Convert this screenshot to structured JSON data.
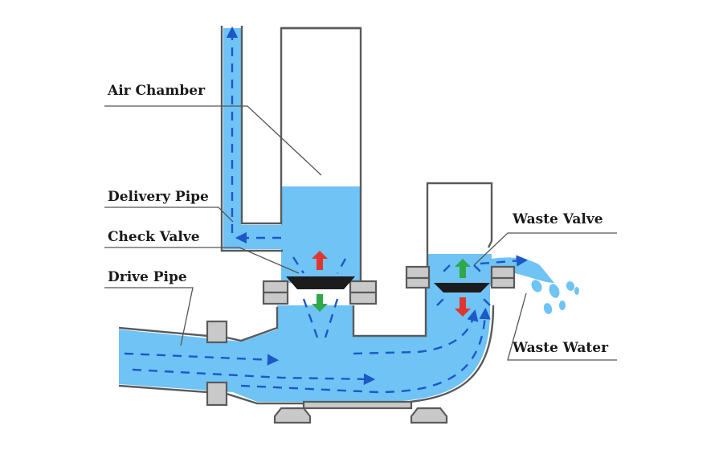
{
  "labels": {
    "air_chamber": "Air Chamber",
    "delivery_pipe": "Delivery Pipe",
    "check_valve": "Check Valve",
    "drive_pipe": "Drive Pipe",
    "waste_valve": "Waste Valve",
    "waste_water": "Waste Water"
  },
  "colors": {
    "water": "#6fc3f5",
    "pipe_wall": "#5a5a5a",
    "flange": "#c9c9c9",
    "flow_arrow": "#1d58c7",
    "valve_disc": "#1c1c1c",
    "arrow_up_check": "#e0362f",
    "arrow_down_check": "#2fa84a",
    "arrow_up_waste": "#2fa84a",
    "arrow_down_waste": "#e0362f"
  }
}
